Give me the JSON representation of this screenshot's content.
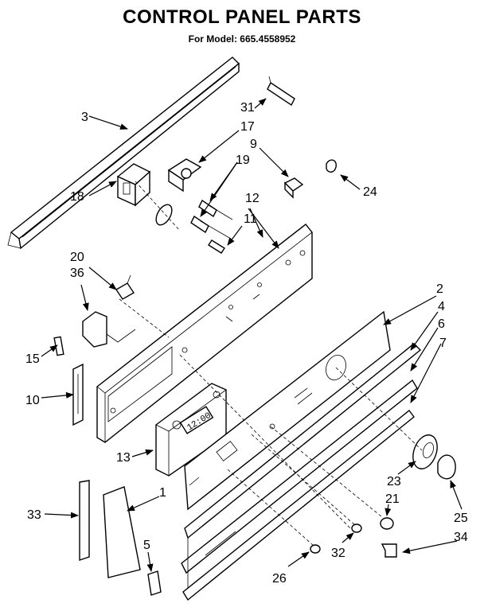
{
  "title": "CONTROL PANEL PARTS",
  "subtitle": "For Model: 665.4558952",
  "callouts": {
    "p1": "1",
    "p2": "2",
    "p3": "3",
    "p4": "4",
    "p5": "5",
    "p6": "6",
    "p7": "7",
    "p9": "9",
    "p10": "10",
    "p11": "11",
    "p12": "12",
    "p13": "13",
    "p15": "15",
    "p17": "17",
    "p18": "18",
    "p19": "19",
    "p20": "20",
    "p21": "21",
    "p23": "23",
    "p24": "24",
    "p25": "25",
    "p26": "26",
    "p31": "31",
    "p32": "32",
    "p33": "33",
    "p34": "34",
    "p36": "36"
  },
  "clock_display": "12:00"
}
